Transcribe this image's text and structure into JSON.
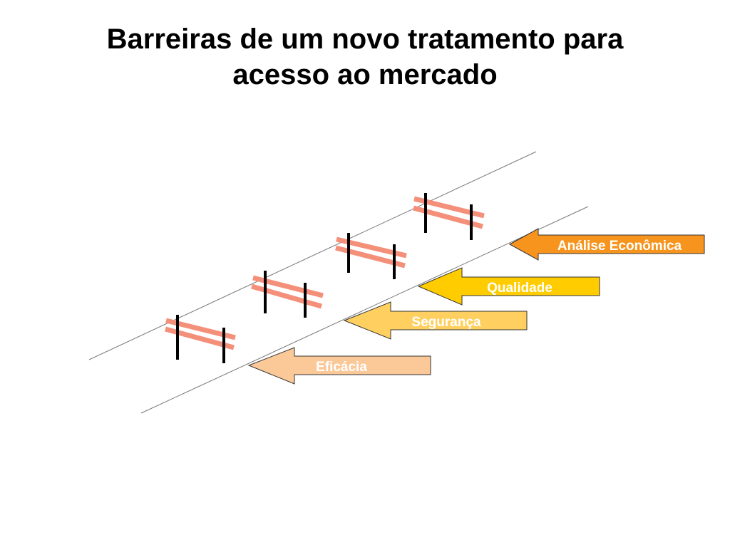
{
  "slide": {
    "title_line1": "Barreiras de um novo tratamento para",
    "title_line2": "acesso ao mercado"
  },
  "diagram": {
    "arrows": [
      {
        "label": "Análise Econômica",
        "color": "#f7941d"
      },
      {
        "label": "Qualidade",
        "color": "#ffcc00"
      },
      {
        "label": "Segurança",
        "color": "#ffd060"
      },
      {
        "label": "Eficácia",
        "color": "#fbc898"
      }
    ],
    "fence_color": "#f4907a",
    "post_color": "#000000"
  }
}
